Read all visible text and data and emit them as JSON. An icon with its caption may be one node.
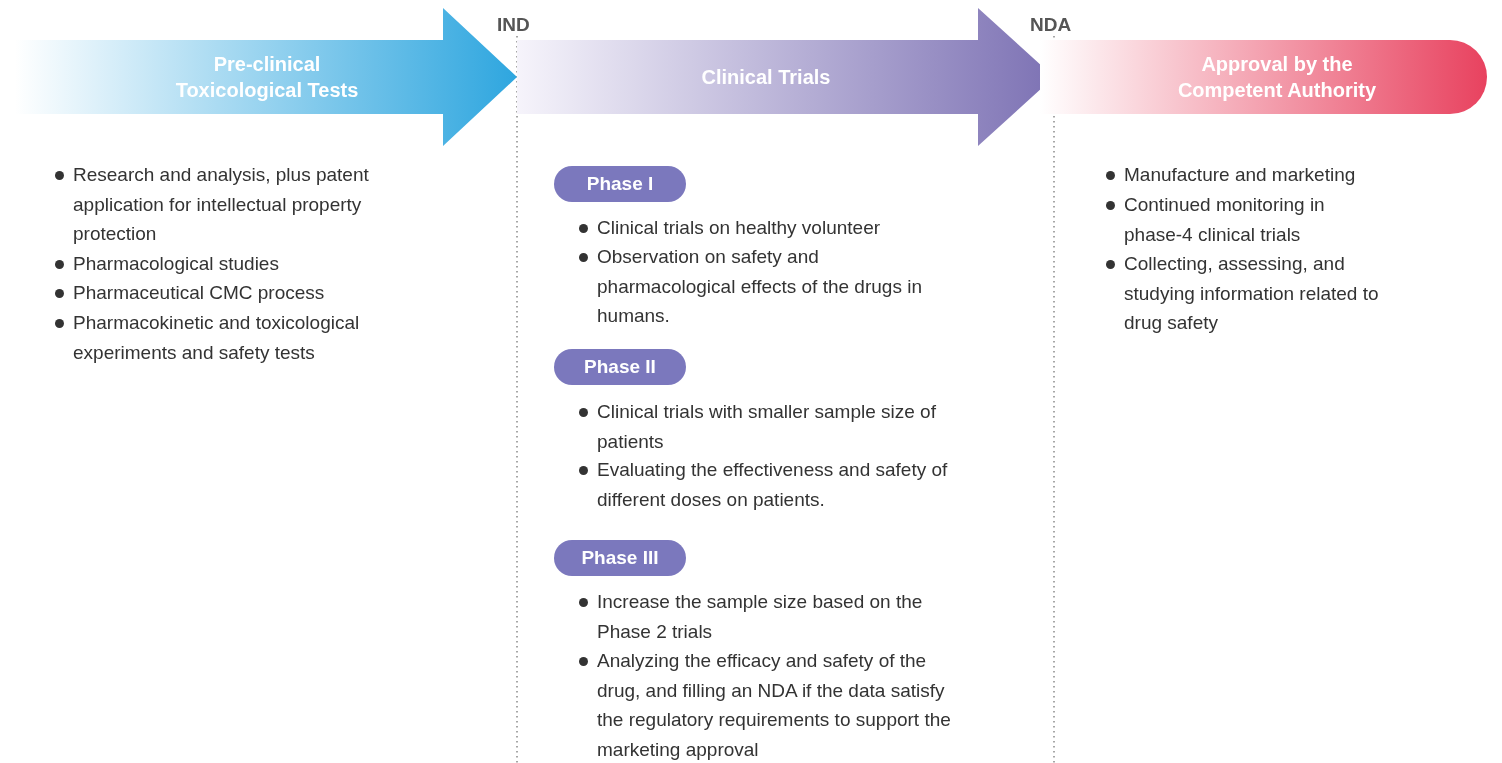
{
  "diagram": {
    "nodes": [
      {
        "text": [
          "Pre-clinical Toxicological Tests"
        ]
      },
      {
        "text": [
          "Clinical Trials"
        ]
      },
      {
        "text": [
          "Approval by the Competent Authority"
        ]
      },
      {
        "text": [
          "Phase I"
        ]
      },
      {
        "text": [
          "Phase II"
        ]
      },
      {
        "text": [
          "Phase III"
        ]
      }
    ],
    "edges": [],
    "labels": [
      "IND",
      "NDA",
      "Research and analysis, plus patent application for intellectual property protection",
      "Pharmacological studies",
      "Pharmaceutical CMC process",
      "Pharmacokinetic and toxicological experiments and safety tests",
      "Clinical trials on healthy volunteer",
      "Observation on safety and pharmacological effects of the drugs in humans.",
      "Clinical trials with smaller sample size of patients",
      "Evaluating the effectiveness and safety of different doses on patients.",
      "Increase the sample size based on the Phase 2 trials",
      "Analyzing the efficacy and safety of the drug, and filling an NDA if the data satisfy the regulatory requirements to support the marketing approval",
      "Manufacture and marketing",
      "Continued monitoring in phase-4 clinical trials",
      "Collecting, assessing, and studying information related to drug safety"
    ]
  }
}
